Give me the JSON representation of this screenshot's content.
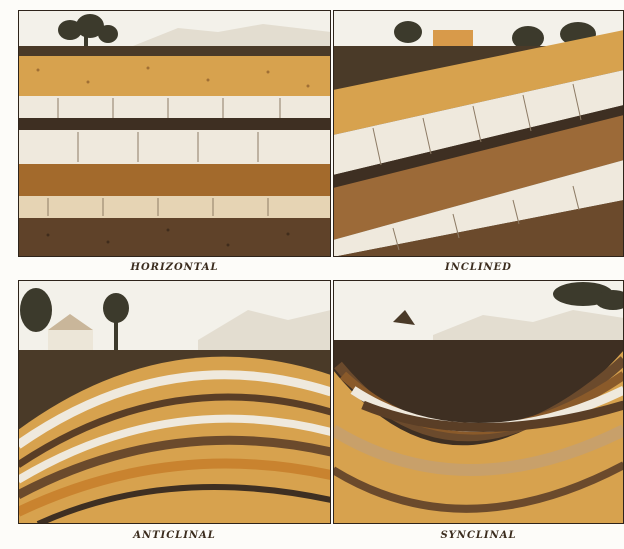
{
  "figure": {
    "panels": [
      {
        "id": "horizontal",
        "label": "HORIZONTAL"
      },
      {
        "id": "inclined",
        "label": "INCLINED"
      },
      {
        "id": "anticlinal",
        "label": "ANTICLINAL"
      },
      {
        "id": "synclinal",
        "label": "SYNCLINAL"
      }
    ]
  },
  "colors": {
    "sky": "#f3f1ea",
    "ground_dark": "#4a3a28",
    "soil_brown": "#6b4a2c",
    "ochre": "#d7a24e",
    "orange": "#c9832f",
    "pale_layer": "#efe9dd",
    "tan": "#c8a06a",
    "tree": "#3c3a2c",
    "outline": "#2e241b"
  }
}
